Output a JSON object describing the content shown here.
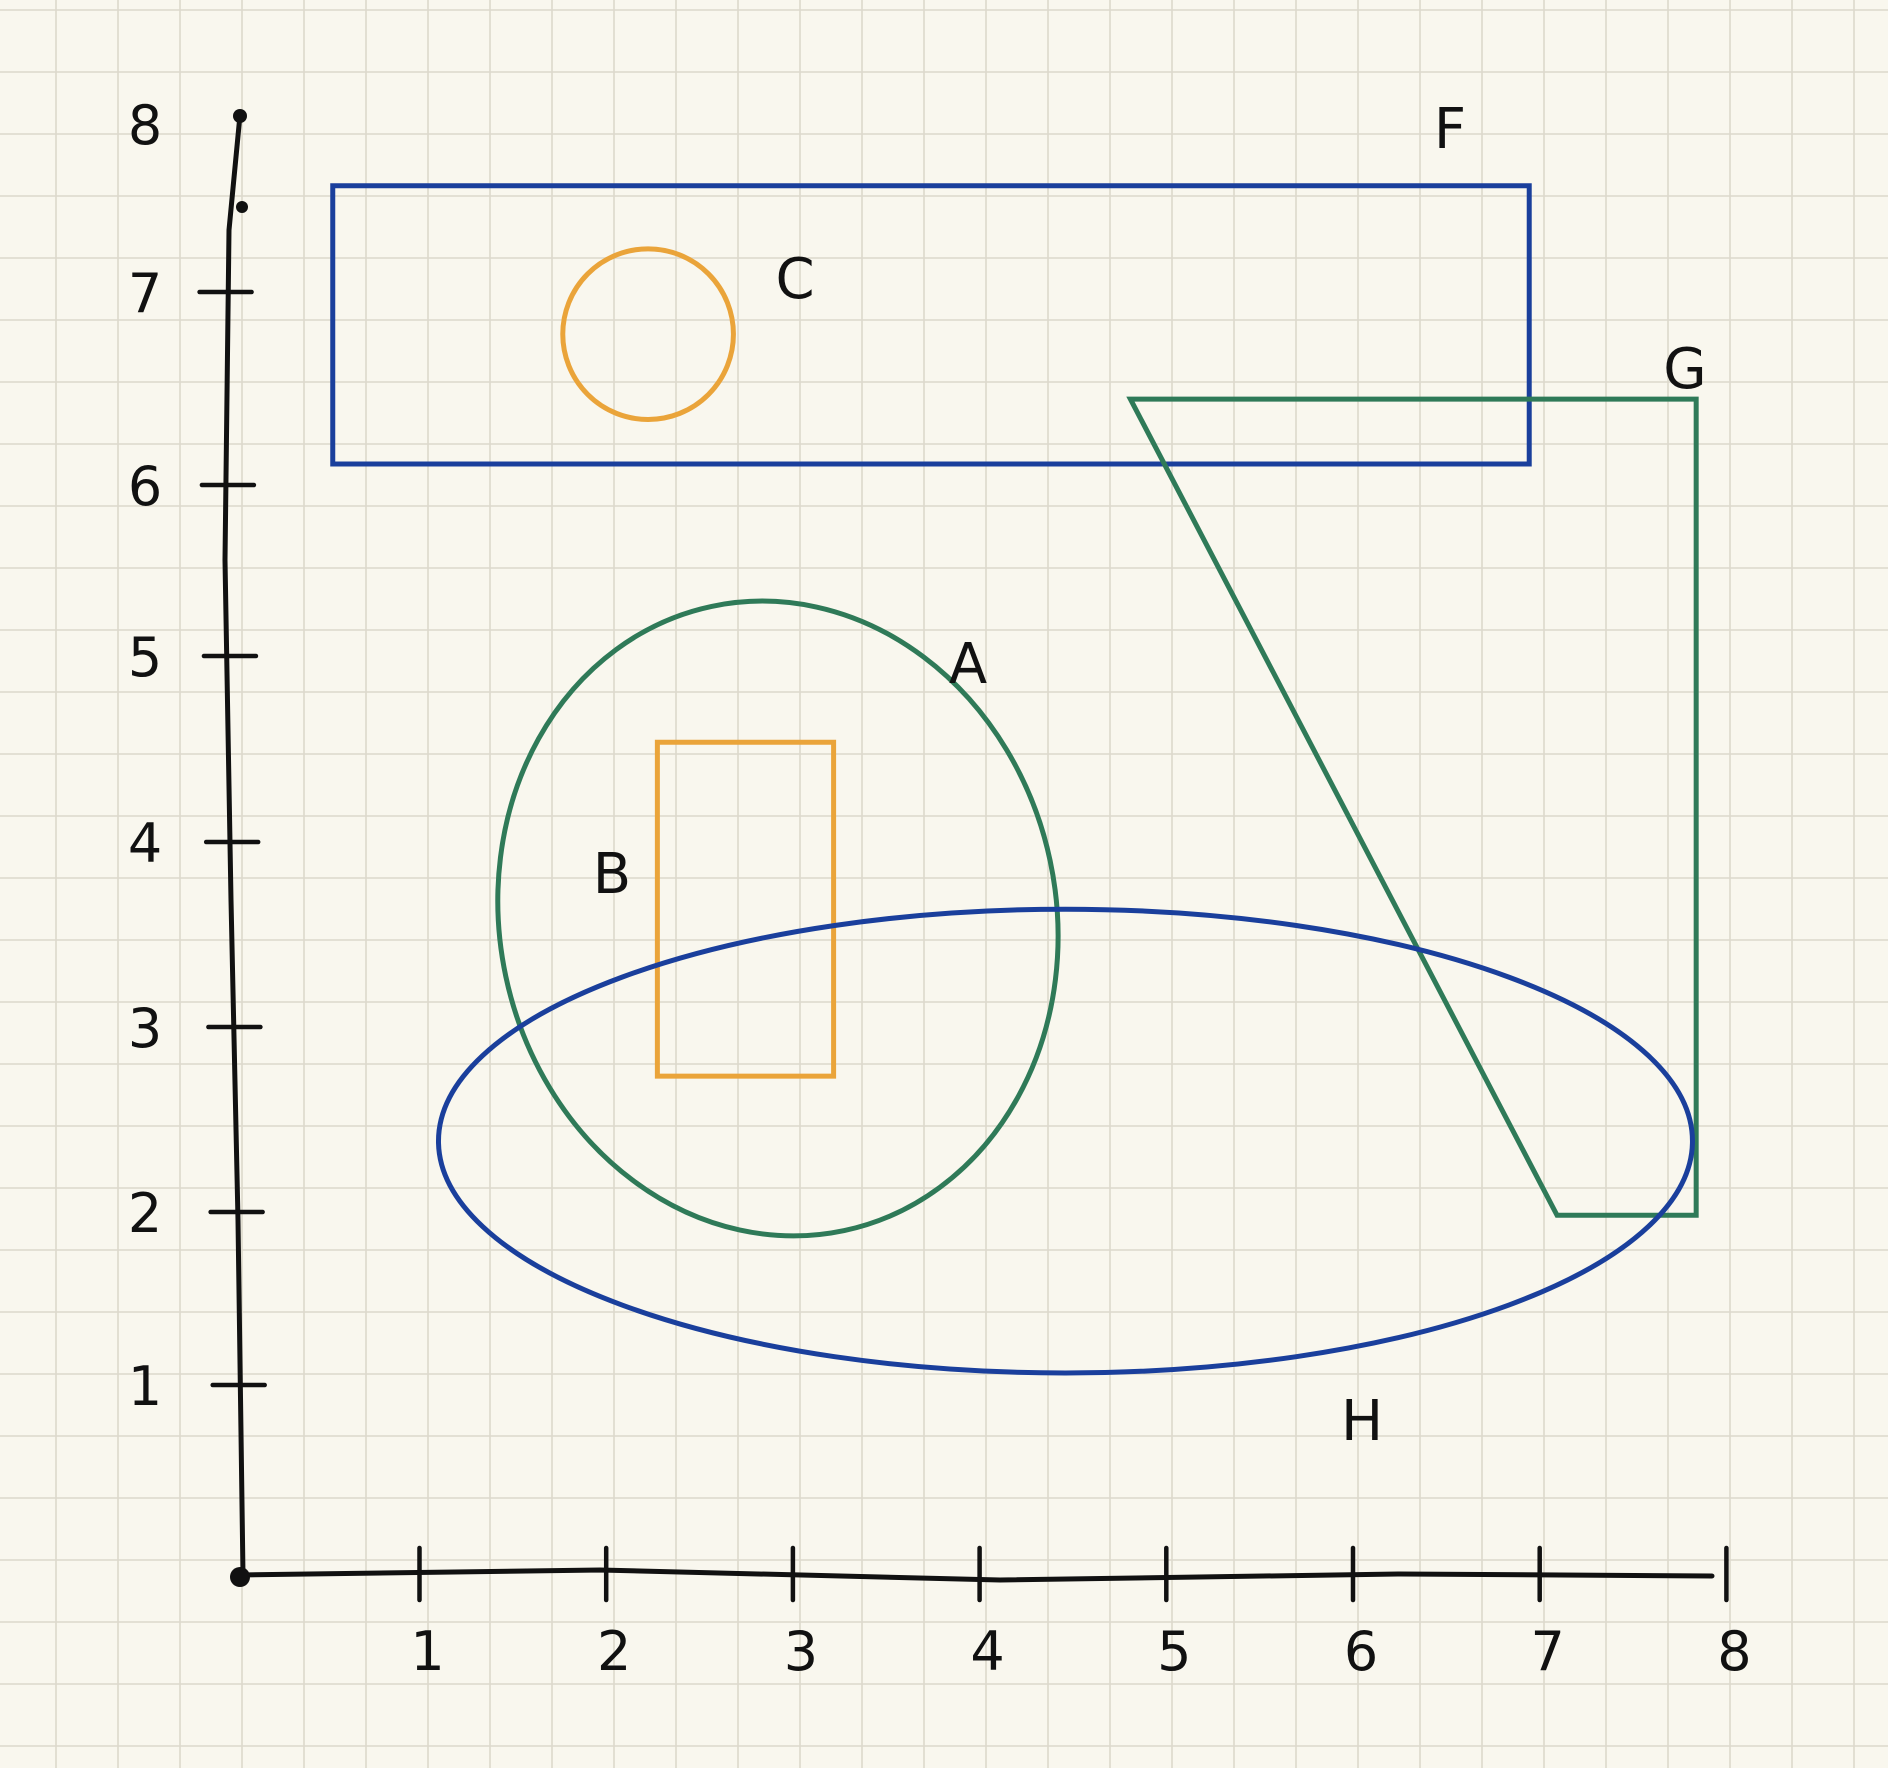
{
  "colors": {
    "background": "#f9f7ee",
    "grid": "#dcd9cc",
    "axis": "#111111",
    "blue": "#1a3f9c",
    "green": "#2f7a58",
    "orange": "#eaa43a"
  },
  "axes": {
    "x_ticks": [
      "1",
      "2",
      "3",
      "4",
      "5",
      "6",
      "7",
      "8"
    ],
    "y_ticks": [
      "1",
      "2",
      "3",
      "4",
      "5",
      "6",
      "7",
      "8"
    ],
    "xlim": [
      0,
      8
    ],
    "ylim": [
      0,
      8
    ],
    "grid": true
  },
  "shapes": [
    {
      "id": "A",
      "label": "A",
      "kind": "ellipse",
      "color": "green",
      "center": [
        2.9,
        3.55
      ],
      "radii": [
        1.5,
        1.72
      ],
      "rotation_deg": -12
    },
    {
      "id": "B",
      "label": "B",
      "kind": "rectangle",
      "color": "orange",
      "x": [
        2.25,
        3.2
      ],
      "y": [
        2.7,
        4.5
      ]
    },
    {
      "id": "C",
      "label": "C",
      "kind": "circle",
      "color": "orange",
      "center": [
        2.2,
        6.7
      ],
      "radius": 0.46
    },
    {
      "id": "F",
      "label": "F",
      "kind": "rectangle",
      "color": "blue",
      "x": [
        0.5,
        6.95
      ],
      "y": [
        6.0,
        7.5
      ]
    },
    {
      "id": "G",
      "label": "G",
      "kind": "polygon",
      "color": "green",
      "points": [
        [
          4.8,
          6.35
        ],
        [
          7.85,
          6.35
        ],
        [
          7.85,
          1.95
        ],
        [
          7.1,
          1.95
        ]
      ]
    },
    {
      "id": "H",
      "label": "H",
      "kind": "ellipse",
      "color": "blue",
      "center": [
        4.45,
        2.35
      ],
      "radii": [
        3.38,
        1.25
      ],
      "rotation_deg": 0
    }
  ]
}
